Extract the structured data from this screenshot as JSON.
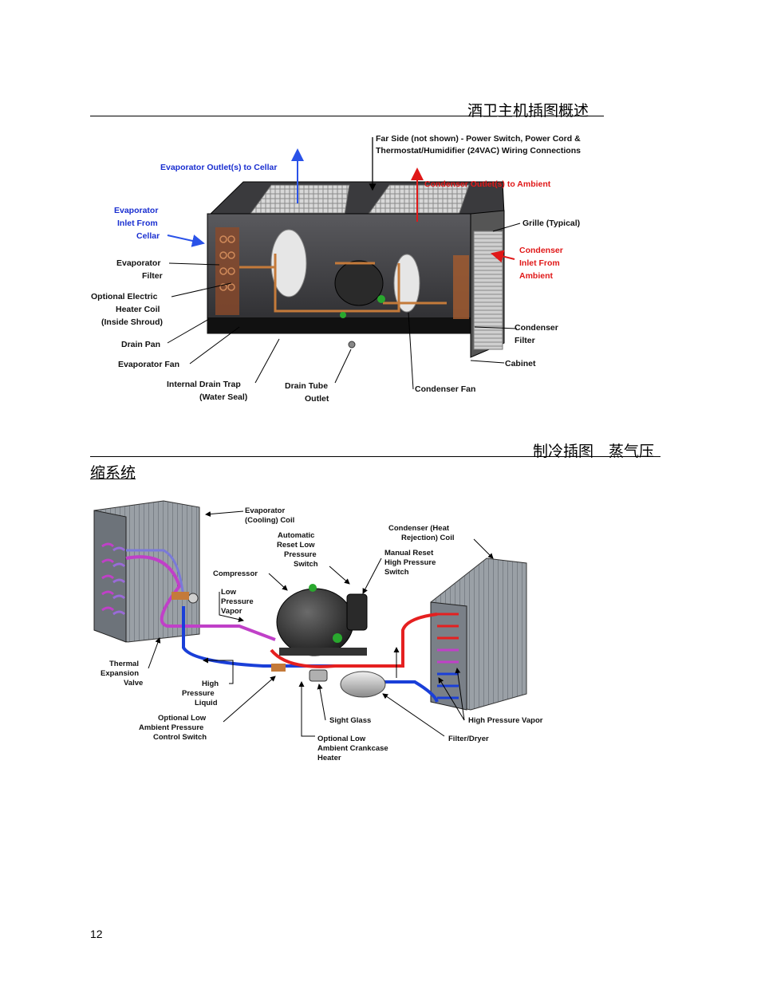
{
  "header1": {
    "title": "酒卫主机插图概述"
  },
  "header2": {
    "title_line1": "制冷插图　蒸气压",
    "title_line2": "缩系统"
  },
  "figure1": {
    "labels": {
      "far_side_1": "Far Side (not shown) - Power Switch, Power Cord &",
      "far_side_2": "Thermostat/Humidifier (24VAC) Wiring Connections",
      "evap_outlet": "Evaporator Outlet(s) to Cellar",
      "cond_outlet": "Condenser Outlet(s) to Ambient",
      "evap_inlet_1": "Evaporator",
      "evap_inlet_2": "Inlet From",
      "evap_inlet_3": "Cellar",
      "grille": "Grille (Typical)",
      "cond_inlet_1": "Condenser",
      "cond_inlet_2": "Inlet From",
      "cond_inlet_3": "Ambient",
      "evap_filter_1": "Evaporator",
      "evap_filter_2": "Filter",
      "heater_1": "Optional Electric",
      "heater_2": "Heater Coil",
      "heater_3": "(Inside Shroud)",
      "drain_pan": "Drain Pan",
      "evap_fan": "Evaporator Fan",
      "drain_trap_1": "Internal Drain Trap",
      "drain_trap_2": "(Water Seal)",
      "drain_tube_1": "Drain Tube",
      "drain_tube_2": "Outlet",
      "cond_fan": "Condenser Fan",
      "cond_filter_1": "Condenser",
      "cond_filter_2": "Filter",
      "cabinet": "Cabinet"
    }
  },
  "figure2": {
    "labels": {
      "evap_coil_1": "Evaporator",
      "evap_coil_2": "(Cooling) Coil",
      "auto_reset_1": "Automatic",
      "auto_reset_2": "Reset Low",
      "auto_reset_3": "Pressure",
      "auto_reset_4": "Switch",
      "cond_coil_1": "Condenser (Heat",
      "cond_coil_2": "Rejection) Coil",
      "manual_reset_1": "Manual Reset",
      "manual_reset_2": "High Pressure",
      "manual_reset_3": "Switch",
      "compressor": "Compressor",
      "low_vapor_1": "Low",
      "low_vapor_2": "Pressure",
      "low_vapor_3": "Vapor",
      "txv_1": "Thermal",
      "txv_2": "Expansion",
      "txv_3": "Valve",
      "high_liquid_1": "High",
      "high_liquid_2": "Pressure",
      "high_liquid_3": "Liquid",
      "low_ambient_1": "Optional Low",
      "low_ambient_2": "Ambient Pressure",
      "low_ambient_3": "Control Switch",
      "sight_glass": "Sight Glass",
      "crankcase_1": "Optional Low",
      "crankcase_2": "Ambient Crankcase",
      "crankcase_3": "Heater",
      "filter_dryer": "Filter/Dryer",
      "high_vapor": "High Pressure Vapor"
    }
  },
  "footer": {
    "page_number": "12"
  },
  "colors": {
    "blue_label": "#1a2fd0",
    "red_label": "#e01818",
    "refrigerant_blue": "#1a3fd8",
    "refrigerant_red": "#e52020",
    "refrigerant_purple": "#c040c8"
  }
}
